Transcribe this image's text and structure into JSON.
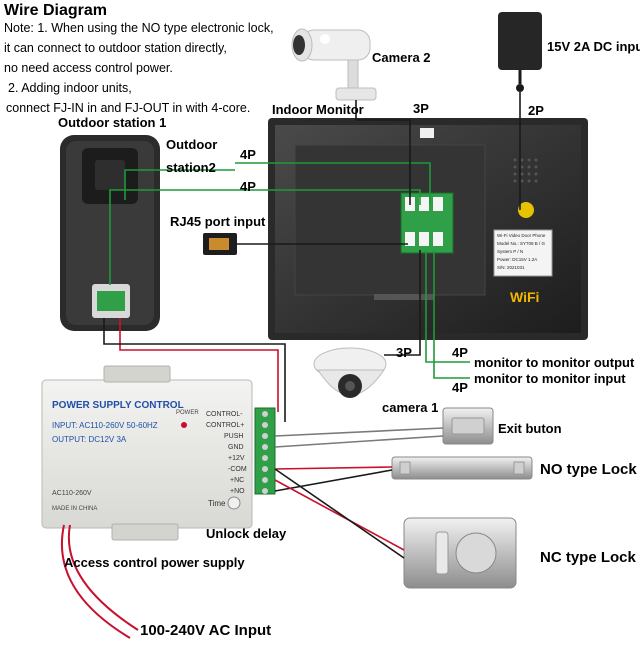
{
  "title": "Wire Diagram",
  "notes": [
    "Note: 1. When using the NO type electronic lock,",
    "it can connect to outdoor station directly,",
    "no need access control power.",
    "2. Adding indoor units,",
    "connect FJ-IN in and FJ-OUT in with 4-core."
  ],
  "labels": {
    "outdoor_station_1": "Outdoor station 1",
    "outdoor_station_2_line1": "Outdoor",
    "outdoor_station_2_line2": "station2",
    "camera_2": "Camera 2",
    "indoor_monitor": "Indoor Monitor",
    "dc_adapter": "15V 2A DC input",
    "rj45": "RJ45 port input",
    "camera_1": "camera 1",
    "exit_button": "Exit buton",
    "no_lock": "NO type Lock",
    "nc_lock": "NC type Lock",
    "unlock_delay": "Unlock delay",
    "access_power": "Access control power supply",
    "ac_input": "100-240V  AC Input",
    "monitor_out": "monitor to monitor output",
    "monitor_in": "monitor to monitor input"
  },
  "wire_labels": {
    "w4p_a": "4P",
    "w4p_b": "4P",
    "w3p_a": "3P",
    "w2p": "2P",
    "w3p_b": "3P",
    "w4p_c": "4P",
    "w4p_d": "4P"
  },
  "psu": {
    "title": "POWER SUPPLY CONTROL",
    "input": "INPUT: AC110-260V  50-60HZ",
    "output": "OUTPUT: DC12V  3A",
    "power_led": "POWER",
    "ac_label": "AC110-260V",
    "made_in": "MADE IN CHINA",
    "time": "Time",
    "terminals": [
      "CONTROL-",
      "CONTROL+",
      "PUSH",
      "GND",
      "+12V",
      "-COM",
      "+NC",
      "+NO"
    ]
  },
  "monitor_sticker": [
    "Wi-Fi Video Door Phone",
    "Model No.: SY709 B / G",
    "System P / N",
    "Power: DC15V  1.2A",
    "S/N: 2021031"
  ],
  "wifi_logo": "WiFi",
  "colors": {
    "wire_green": "#1e9a3a",
    "wire_red": "#c8102e",
    "wire_black": "#1a1a1a",
    "wire_grey": "#7a7a7a"
  }
}
